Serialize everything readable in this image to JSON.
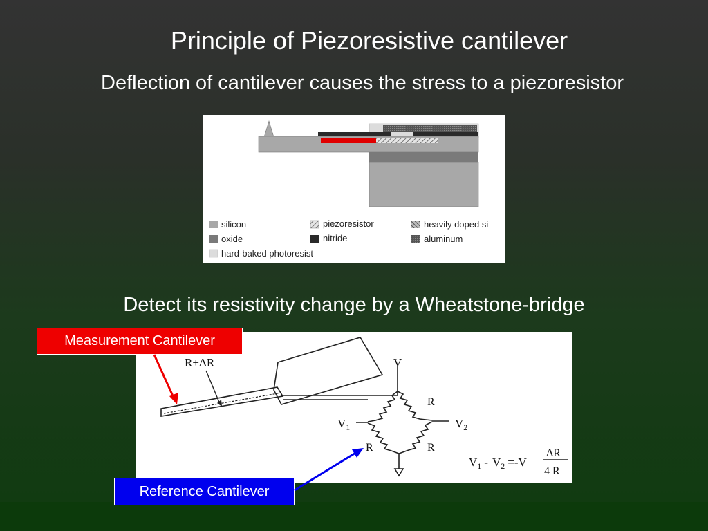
{
  "slide": {
    "title": "Principle of Piezoresistive cantilever",
    "subtitle": "Deflection of cantilever causes the stress to a piezoresistor",
    "detect_text": "Detect its resistivity change by a Wheatstone-bridge"
  },
  "cross_section": {
    "legend": {
      "silicon": "silicon",
      "oxide": "oxide",
      "photoresist": "hard-baked photoresist",
      "piezoresistor": "piezoresistor",
      "nitride": "nitride",
      "heavily_doped": "heavily doped si",
      "aluminum": "aluminum"
    },
    "colors": {
      "silicon": "#a8a8a8",
      "oxide": "#7a7a7a",
      "photoresist": "#dcdcdc",
      "nitride": "#2a2a2a",
      "piezoresistor": "#e00000"
    }
  },
  "circuit": {
    "resistor_delta": "R+ΔR",
    "supply": "V",
    "resistor_r": "R",
    "v1": "V",
    "v1_sub": "1",
    "v2": "V",
    "v2_sub": "2",
    "formula_lhs": "V",
    "formula_lhs_sub1": "1",
    "formula_minus": "-",
    "formula_v2": "V",
    "formula_lhs_sub2": "2",
    "formula_eq": "=-V",
    "formula_num": "ΔR",
    "formula_den": "4 R"
  },
  "labels": {
    "measurement": "Measurement Cantilever",
    "reference": "Reference Cantilever"
  },
  "colors": {
    "measurement_box": "#ee0000",
    "reference_box": "#0000ee",
    "background_top": "#333333",
    "background_bottom": "#0f3b0f"
  }
}
